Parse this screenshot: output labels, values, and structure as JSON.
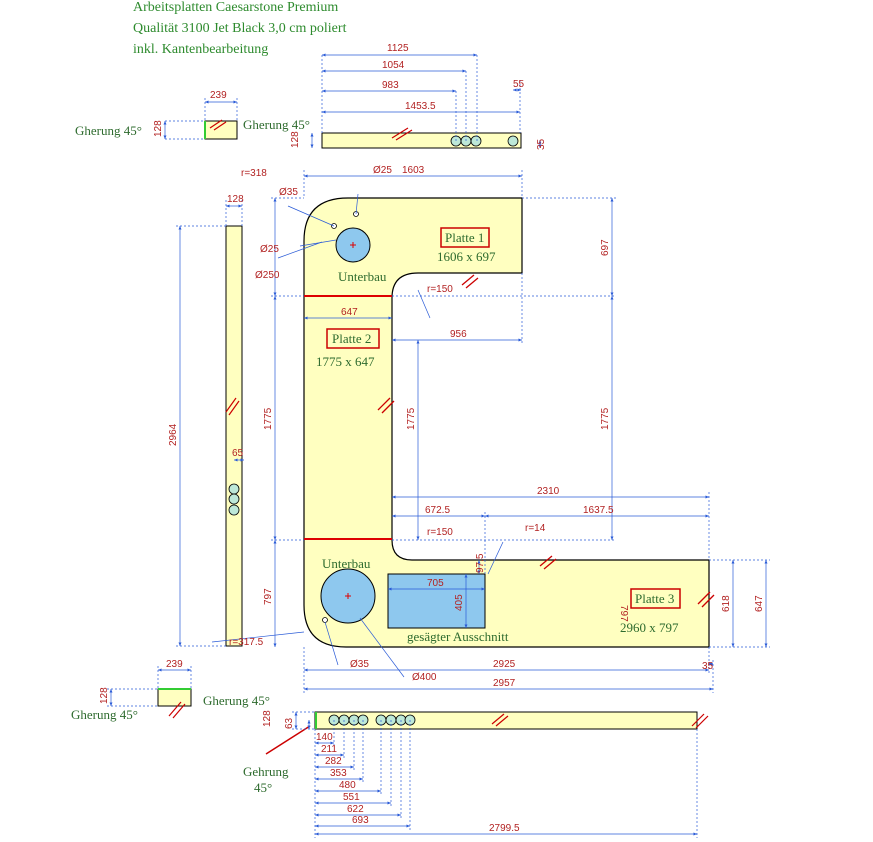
{
  "header": {
    "line1": "Arbeitsplatten Caesarstone Premium",
    "line2": "Qualität 3100 Jet Black 3,0 cm poliert",
    "line3": "inkl. Kantenbearbeitung"
  },
  "plates": [
    {
      "name": "Platte 1",
      "size": "1606 x 697"
    },
    {
      "name": "Platte 2",
      "size": "1775 x 647"
    },
    {
      "name": "Platte 3",
      "size": "2960 x 797"
    }
  ],
  "labels": {
    "unterbau_top": "Unterbau",
    "unterbau_bottom": "Unterbau",
    "ausschnitt": "gesägter Ausschnitt",
    "gherung_tl_left": "Gherung 45°",
    "gherung_tl_right": "Gherung 45°",
    "gherung_bl_left": "Gherung 45°",
    "gherung_bl_right": "Gherung 45°",
    "gehrung_1": "Gehrung",
    "gehrung_2": "45°"
  },
  "dims": {
    "top_strip": [
      "1125",
      "1054",
      "983",
      "1453.5",
      "55",
      "128",
      "35"
    ],
    "small_top": [
      "239",
      "128"
    ],
    "small_bottom": [
      "239",
      "128"
    ],
    "left_strip": [
      "128",
      "2964",
      "65"
    ],
    "plan_top": [
      "1603",
      "r=318",
      "Ø35",
      "Ø25",
      "Ø25",
      "Ø250",
      "697",
      "r=150"
    ],
    "plan_mid": [
      "647",
      "956",
      "1775",
      "1775",
      "1775"
    ],
    "plan_lower": [
      "2310",
      "672.5",
      "1637.5",
      "r=150",
      "r=14",
      "97.5"
    ],
    "plan_bottom": [
      "797",
      "705",
      "405",
      "797",
      "618",
      "647",
      "r=317.5",
      "Ø35",
      "Ø400",
      "2925",
      "35",
      "2957"
    ],
    "bottom_strip": [
      "128",
      "63",
      "140",
      "211",
      "282",
      "353",
      "480",
      "551",
      "622",
      "693",
      "2799.5"
    ]
  },
  "colors": {
    "plate_fill": "#ffffc0",
    "dimension": "#b22222",
    "label": "#2e6b2e",
    "cutout": "#8ec8ee"
  }
}
